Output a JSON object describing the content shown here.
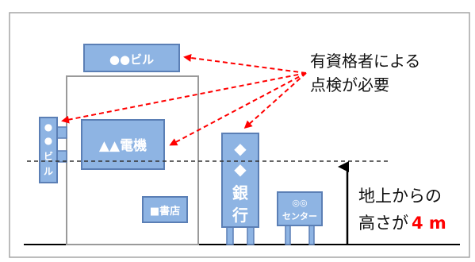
{
  "signs": {
    "rooftop": "●●ビル",
    "vertical_left_chars": [
      "●",
      "●",
      "ビ",
      "ル"
    ],
    "wall": "▲▲電機",
    "bookstore": "■書店",
    "bank_chars": [
      "◆",
      "◆",
      "銀",
      "行"
    ],
    "center_top": "◎◎",
    "center_bottom": "センター"
  },
  "callouts": {
    "inspection_line1": "有資格者による",
    "inspection_line2": "点検が必要",
    "height_line1": "地上からの",
    "height_line2_prefix": "高さが",
    "height_value": "4 m"
  },
  "colors": {
    "sign_fill": "#8eb4e3",
    "sign_stroke": "#5b7fb5",
    "building_stroke": "#9a9a9a",
    "arrow_red": "#ff0000",
    "highlight_red": "#ff0000"
  }
}
